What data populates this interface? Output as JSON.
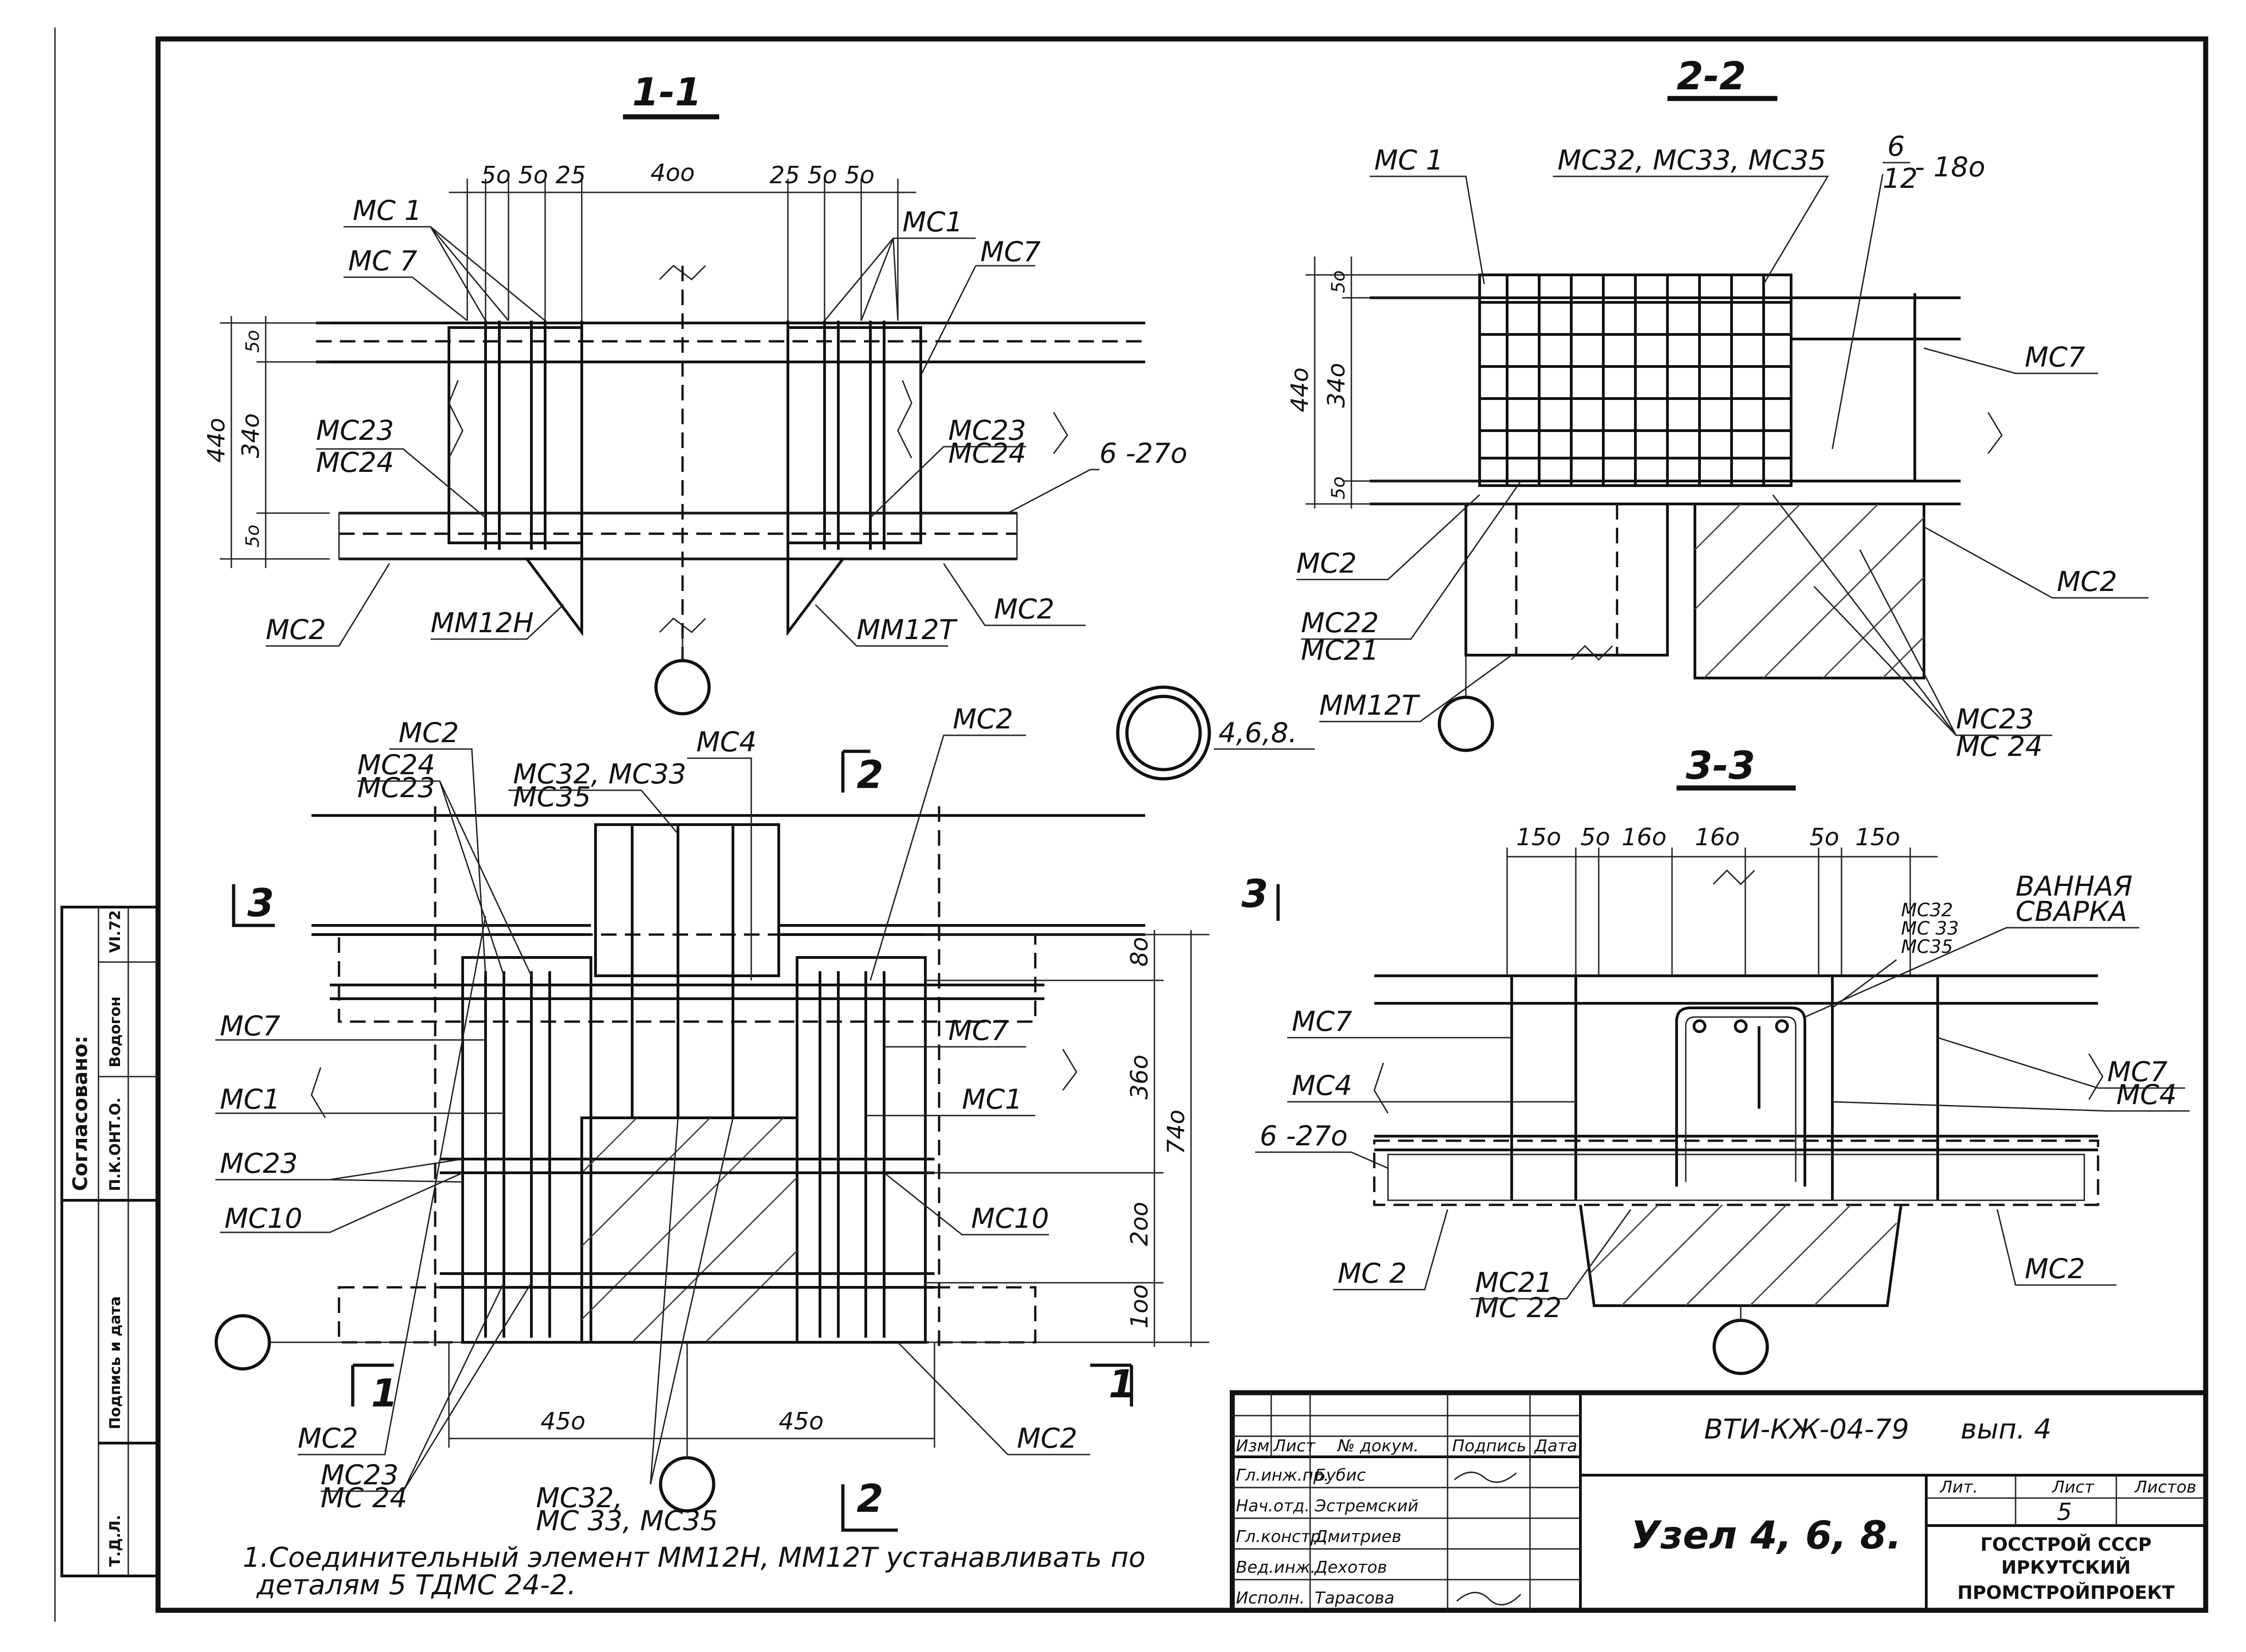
{
  "sections": {
    "s11": "1-1",
    "s22": "2-2",
    "s33": "3-3",
    "cut_3_left": "3",
    "cut_3_right": "3",
    "cut_2_top": "2",
    "cut_2_bottom": "2",
    "cut_1_left": "1",
    "cut_1_right": "1"
  },
  "s11": {
    "dims_top_left": "5o 5o 25",
    "dim_400": "4oo",
    "dims_top_right": "25 5o 5o",
    "dim_440": "44o",
    "dim_340": "34o",
    "dim_50_top": "5o",
    "dim_50_bot": "5o",
    "mc1_left": "МС 1",
    "mc7_left": "МС 7",
    "mc1_right": "МС1",
    "mc7_right": "МС7",
    "mc23_left": "МС23",
    "mc24_left": "МС24",
    "mc23_right": "МС23",
    "mc24_right": "МС24",
    "plate": "6 -27о",
    "mc2_left": "МС2",
    "mm12n": "ММ12Н",
    "mm12t": "ММ12Т",
    "mc2_right": "МС2"
  },
  "s22": {
    "mc1": "МС 1",
    "mc32_35": "МС32, МС33, МС35",
    "frac_top": "6",
    "frac_bot": "12",
    "frac_tail": "- 18о",
    "dim_440": "44о",
    "dim_340": "34о",
    "dim_50_top": "5о",
    "dim_50_bot": "5о",
    "mc7": "МС7",
    "mc2_left": "МС2",
    "mc2_right": "МС2",
    "mc22": "МС22",
    "mc21": "МС21",
    "mm12t": "ММ12Т",
    "mc23": "МС23",
    "mc24": "МС 24"
  },
  "node_label": "4,6,8.",
  "plan": {
    "mc2_top": "МС2",
    "mc24": "МС24",
    "mc23": "МС23",
    "mc4": "МС4",
    "mc32_33": "МС32, МС33",
    "mc35": "МС35",
    "mc2_right": "МС2",
    "mc7_left": "МС7",
    "mc1_left": "МС1",
    "mc23_left": "МС23",
    "mc10_left": "МС10",
    "mc7_right": "МС7",
    "mc1_right": "МС1",
    "mc10_right": "МС10",
    "dim_80": "8о",
    "dim_360": "36о",
    "dim_200": "2оо",
    "dim_100": "1оо",
    "dim_740": "74о",
    "dim_450_left": "45о",
    "dim_450_right": "45о",
    "mc2_bot_left": "МС2",
    "mc23_bot": "МС23",
    "mc24_bot": "МС 24",
    "mc32_bot": "МС32,",
    "mc33_35_bot": "МС 33, МС35",
    "mc2_bot_right": "МС2"
  },
  "s33": {
    "dims": [
      "15о",
      "5о",
      "16о",
      "16о",
      "5о",
      "15о"
    ],
    "mc32": "МС32",
    "mc33": "МС 33",
    "mc35": "МС35",
    "bath1": "ВАННАЯ",
    "bath2": "СВАРКА",
    "mc7_left": "МС7",
    "mc4_left": "МС4",
    "plate": "6 -27о",
    "mc7_right": "МС7",
    "mc4_right": "МС4",
    "mc2_left": "МС 2",
    "mc21": "МС21",
    "mc22": "МС 22",
    "mc2_right": "МС2"
  },
  "note_line1": "1.Соединительный элемент ММ12Н, ММ12Т устанавливать по",
  "note_line2": "деталям 5 ТДМС 24-2.",
  "title_block": {
    "headers": [
      "Изм",
      "Лист",
      "№ докум.",
      "Подпись",
      "Дата"
    ],
    "roles": [
      "Гл.инж.пр.",
      "Нач.отд.",
      "Гл.констр.",
      "Вед.инж.",
      "Исполн."
    ],
    "names": [
      "Бубис",
      "Эстремский",
      "Дмитриев",
      "Дехотов",
      "Тарасова"
    ],
    "doc_code": "ВТИ-КЖ-04-79",
    "issue": "вып. 4",
    "stage_h": "Лит.",
    "sheet_h": "Лист",
    "sheets_h": "Листов",
    "sheet_no": "5",
    "title": "Узел 4, 6, 8.",
    "org1": "ГОССТРОЙ СССР",
    "org2": "ИРКУТСКИЙ",
    "org3": "ПРОМСТРОЙПРОЕКТ"
  },
  "side_stamp": {
    "agreed": "Согласовано:",
    "row1": "П.К.ОНТ.О.",
    "row1b": "Водогон",
    "row1c": "VI.72",
    "sign_date": "Подпись и дата",
    "inv": "Т.Д.Л."
  }
}
